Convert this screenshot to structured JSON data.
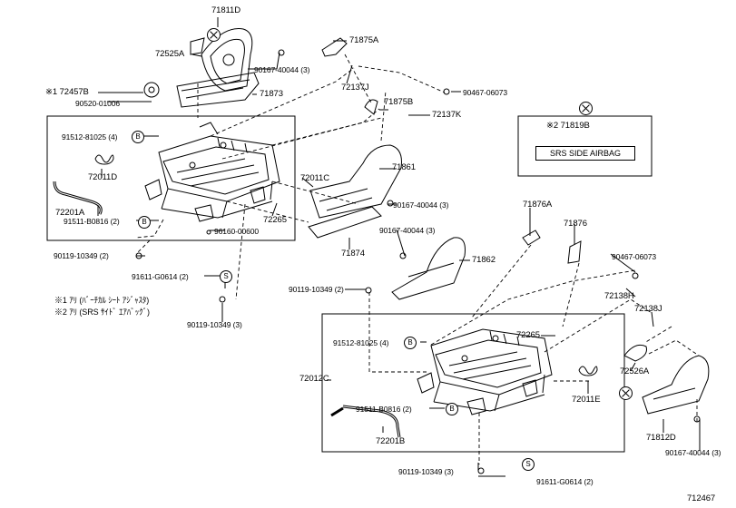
{
  "labels": {
    "p71811D": "71811D",
    "p72525A": "72525A",
    "p90167a": "90167-40044 (3)",
    "p71873": "71873",
    "p72457B": "※1 72457B",
    "p90520": "90520-01006",
    "p71875A": "71875A",
    "p72137J_top": "72137J",
    "p71875B": "71875B",
    "p72137K": "72137K",
    "p90467a": "90467-06073",
    "p91512a": "91512-81025 (4)",
    "p72011D": "72011D",
    "p72201A": "72201A",
    "p91511a": "91511-B0816 (2)",
    "p96160": "96160-00600",
    "p72011C": "72011C",
    "p72265a": "72265",
    "p71861": "71861",
    "p90167b": "90167-40044 (3)",
    "p71874": "71874",
    "p90167c": "90167-40044 (3)",
    "p71862": "71862",
    "p71876A": "71876A",
    "p71876": "71876",
    "p90467b": "90467-06073",
    "p90119a": "90119-10349 (2)",
    "p91611a": "91611-G0614 (2)",
    "p90119b": "90119-10349 (2)",
    "p90119c": "90119-10349 (3)",
    "p72138H": "72138H",
    "p72138J": "72138J",
    "p91512b": "91512-81025 (4)",
    "p72265b": "72265",
    "p72012C": "72012C",
    "p72526A": "72526A",
    "p91511b": "91511-B0816 (2)",
    "p72011E": "72011E",
    "p72201B": "72201B",
    "p71812D": "71812D",
    "p90119d": "90119-10349 (3)",
    "p91611b": "91611-G0614 (2)",
    "p90167d": "90167-40044 (3)",
    "p71819B": "※2 71819B",
    "diagram_id": "712467"
  },
  "notes": {
    "note1": "※1 ｱﾘ (ﾊﾞｰﾁｶﾙ ｼｰﾄ ｱｼﾞｬｽﾀ)",
    "note2": "※2 ｱﾘ (SRS ｻｲﾄﾞ ｴｱﾊﾞｯｸﾞ)"
  },
  "srs_label": "SRS SIDE AIRBAG",
  "markers": {
    "b": "B",
    "s": "S"
  }
}
